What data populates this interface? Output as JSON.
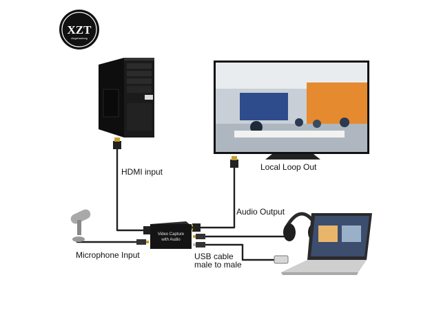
{
  "logo": {
    "name": "XZT",
    "subtitle": "xingzhaotong"
  },
  "labels": {
    "hdmi_input": "HDMI input",
    "local_loop_out": "Local Loop Out",
    "audio_output": "Audio Output",
    "microphone_input": "Microphone Input",
    "usb_cable_line1": "USB cable",
    "usb_cable_line2": "male to male"
  },
  "device": {
    "line1": "Video Capture",
    "line2": "with Audio"
  },
  "colors": {
    "cable": "#1e1e1e",
    "tower": "#1b1b1b",
    "device": "#141414",
    "laptop": "#2a2a2a"
  }
}
